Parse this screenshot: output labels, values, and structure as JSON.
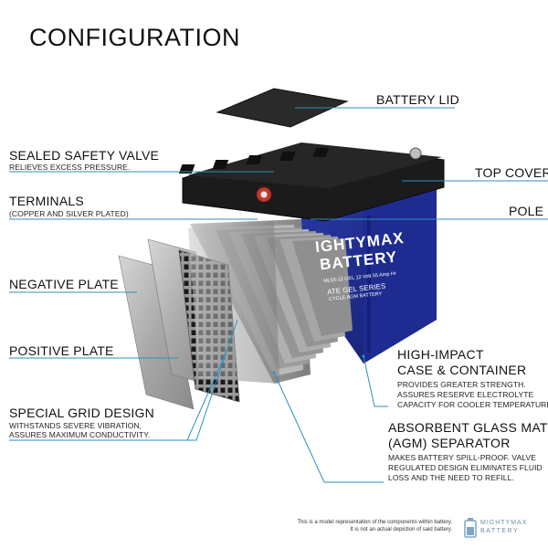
{
  "title": "CONFIGURATION",
  "labels": {
    "battery_lid": "BATTERY LID",
    "sealed_safety_valve": "SEALED SAFETY VALVE",
    "sealed_safety_valve_desc": "RELIEVES EXCESS PRESSURE.",
    "top_cover": "TOP COVER",
    "terminals": "TERMINALS",
    "terminals_desc": "(COPPER AND SILVER PLATED)",
    "pole": "POLE",
    "negative_plate": "NEGATIVE PLATE",
    "positive_plate": "POSITIVE PLATE",
    "high_impact_line1": "HIGH-IMPACT",
    "high_impact_line2": "CASE & CONTAINER",
    "high_impact_desc1": "PROVIDES GREATER STRENGTH.",
    "high_impact_desc2": "ASSURES RESERVE ELECTROLYTE",
    "high_impact_desc3": "CAPACITY FOR COOLER TEMPERATURES.",
    "grid_design": "SPECIAL GRID DESIGN",
    "grid_design_desc1": "WITHSTANDS SEVERE VIBRATION,",
    "grid_design_desc2": "ASSURES MAXIMUM CONDUCTIVITY.",
    "agm_line1": "ABSORBENT GLASS MAT",
    "agm_line2": "(AGM) SEPARATOR",
    "agm_desc1": "MAKES BATTERY SPILL-PROOF. VALVE",
    "agm_desc2": "REGULATED DESIGN ELIMINATES FLUID",
    "agm_desc3": "LOSS AND THE NEED TO REFILL."
  },
  "battery_case": {
    "brand_line1": "IGHTYMAX",
    "brand_line2": "BATTERY",
    "model": "ML55-12 GEL  12 Volt 55 Amp Hr",
    "series_line1": "ATE GEL SERIES",
    "series_line2": "CYCLE AGM BATTERY"
  },
  "footer": {
    "disclaimer_line1": "This is a model representation of the components within battery.",
    "disclaimer_line2": "It is not an actual depiction of said battery.",
    "logo_line1": "MIGHTYMAX",
    "logo_line2": "BATTERY"
  },
  "colors": {
    "leader_line": "#2e8fc0",
    "case_blue": "#1c2a8a",
    "cover_black": "#1b1b1b",
    "plate_gray": "#a8a8a8"
  }
}
